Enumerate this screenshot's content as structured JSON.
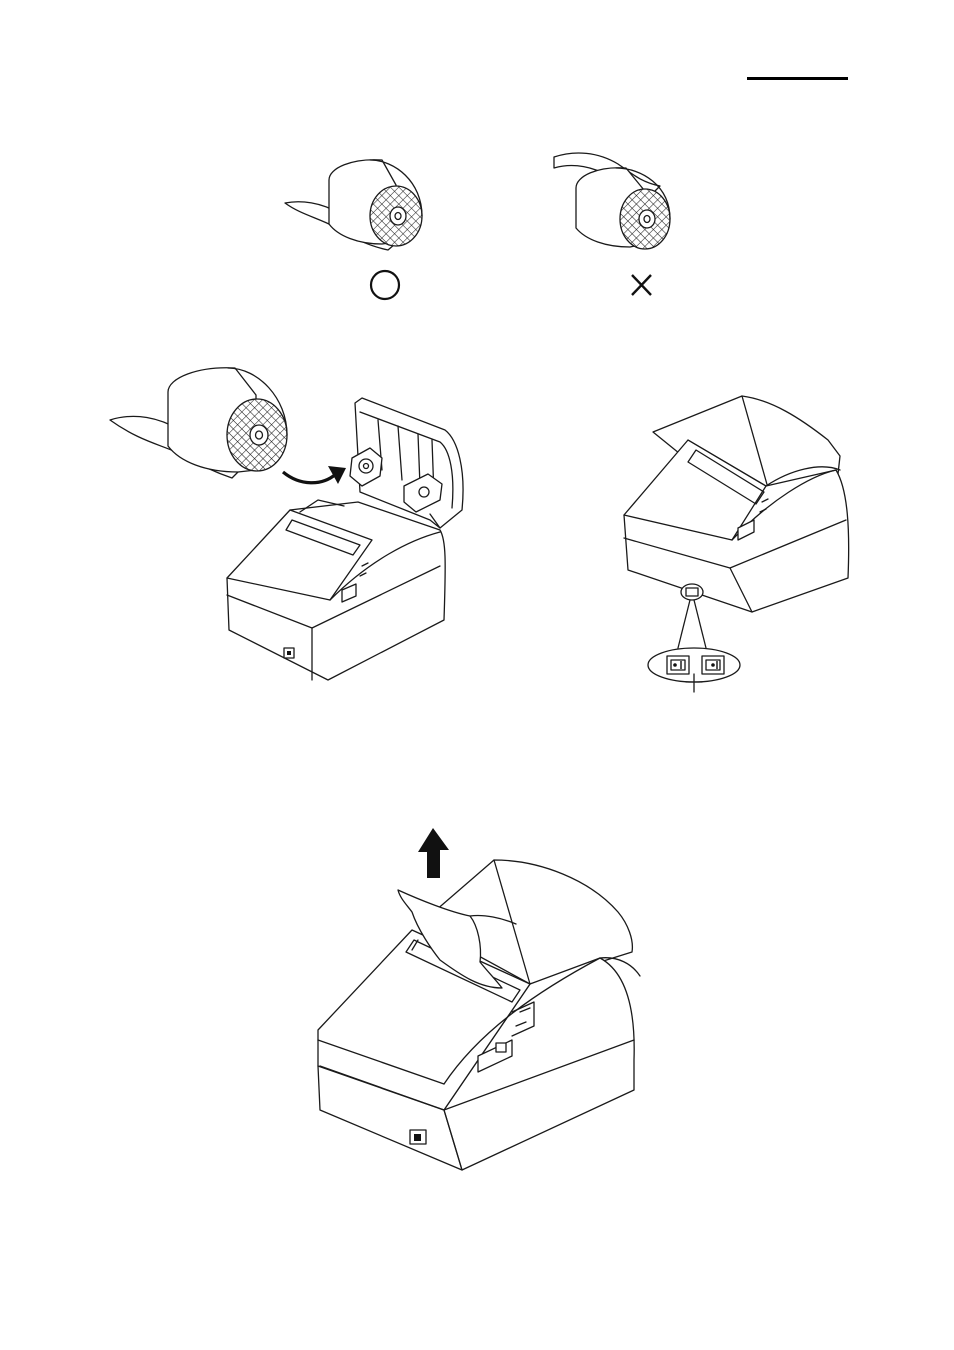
{
  "page": {
    "header_rule_color": "#000000",
    "line_color": "#1a1a1a"
  },
  "roll_orientation": {
    "correct": {
      "symbol_name": "circle-ok-icon"
    },
    "incorrect": {
      "symbol_name": "cross-x-icon"
    }
  },
  "steps": [
    {
      "name": "insert-roll",
      "icons": [
        "paper-roll-icon",
        "curved-arrow-icon",
        "printer-open-cover-icon"
      ]
    },
    {
      "name": "close-cover",
      "icons": [
        "printer-closed-icon",
        "power-switch-icon"
      ]
    },
    {
      "name": "tear-paper",
      "icons": [
        "up-arrow-icon",
        "printer-paper-out-icon"
      ]
    }
  ]
}
